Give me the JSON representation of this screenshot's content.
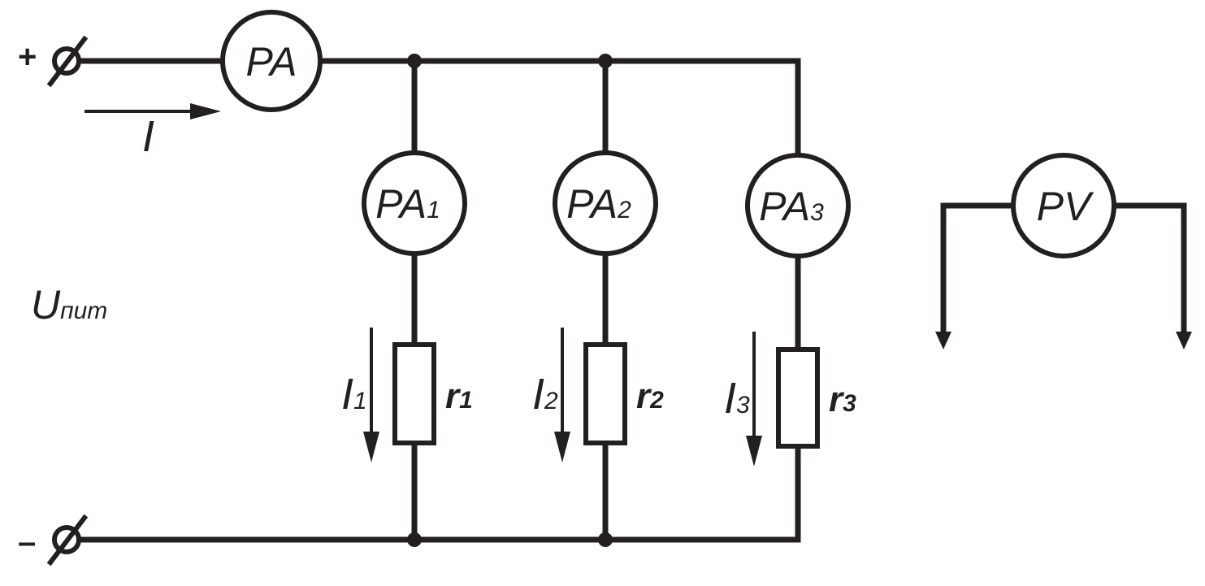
{
  "terminals": {
    "plus_sign": "+",
    "minus_sign": "–"
  },
  "supply": {
    "symbol": "U",
    "subscript": "пит"
  },
  "main_current": {
    "symbol": "I"
  },
  "main_ammeter": {
    "label": "PA",
    "subscript": ""
  },
  "branches": [
    {
      "ammeter_label": "PA",
      "ammeter_sub": "1",
      "current_symbol": "I",
      "current_sub": "1",
      "resistor_symbol": "r",
      "resistor_sub": "1"
    },
    {
      "ammeter_label": "PA",
      "ammeter_sub": "2",
      "current_symbol": "I",
      "current_sub": "2",
      "resistor_symbol": "r",
      "resistor_sub": "2"
    },
    {
      "ammeter_label": "PA",
      "ammeter_sub": "3",
      "current_symbol": "I",
      "current_sub": "3",
      "resistor_symbol": "r",
      "resistor_sub": "3"
    }
  ],
  "voltmeter": {
    "label": "PV"
  },
  "colors": {
    "ink": "#231f20",
    "background": "#ffffff"
  }
}
